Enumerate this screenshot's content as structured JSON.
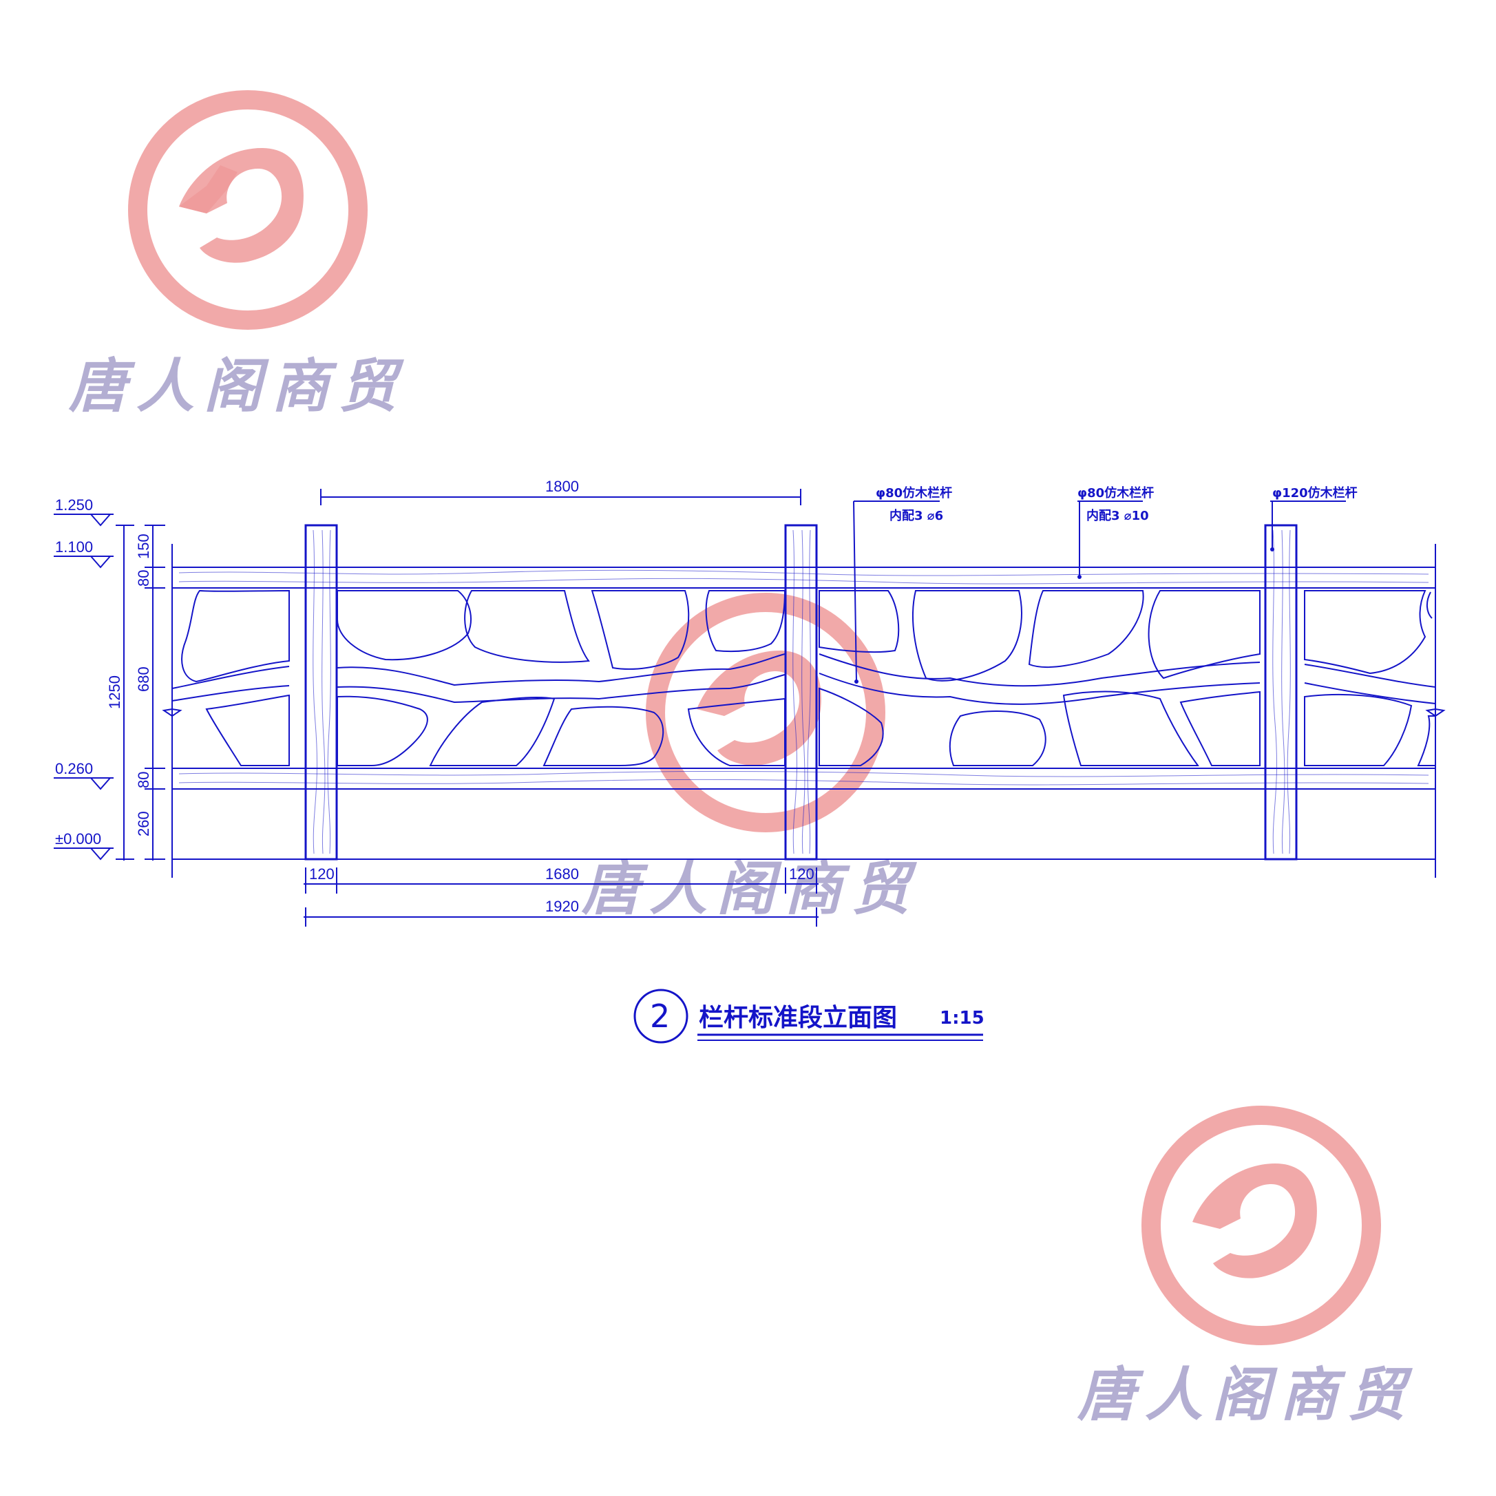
{
  "drawing": {
    "title": "栏杆标准段立面图",
    "scale": "1:15",
    "detail_number": "2"
  },
  "dimensions": {
    "top_span": "1800",
    "post_width_left": "120",
    "post_width_right": "120",
    "clear_span": "1680",
    "post_to_post": "1920",
    "v_150": "150",
    "v_80_top": "80",
    "v_680": "680",
    "v_80_bottom": "80",
    "v_260": "260",
    "v_total": "1250"
  },
  "elevations": {
    "e1": "1.250",
    "e2": "1.100",
    "e3": "0.260",
    "e4": "±0.000"
  },
  "annotations": {
    "note1_line1": "φ80仿木栏杆",
    "note1_line2": "内配3 ⌀6",
    "note2_line1": "φ80仿木栏杆",
    "note2_line2": "内配3 ⌀10",
    "note3_line1": "φ120仿木栏杆"
  },
  "watermark": {
    "text": "唐人阁商贸"
  },
  "colors": {
    "line": "#1414c8",
    "watermark_ring": "#ef9a9a",
    "watermark_text": "#9a94c4"
  }
}
